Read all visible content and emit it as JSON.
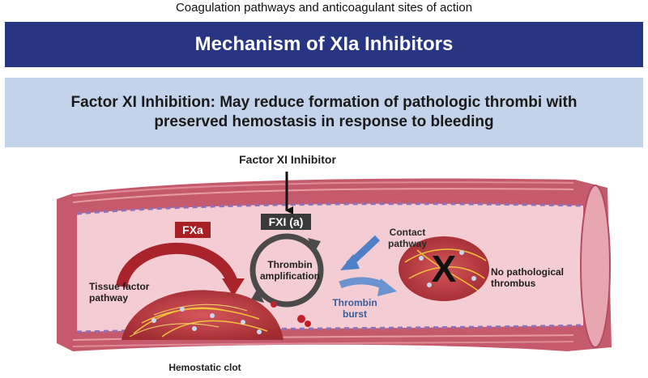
{
  "figure": {
    "caption": "Coagulation pathways and anticoagulant sites of action",
    "title": "Mechanism of XIa Inhibitors",
    "subtitle": {
      "line1": "Factor XI Inhibition: May reduce formation of pathologic thrombi with",
      "line2": "preserved hemostasis in response to bleeding"
    }
  },
  "diagram": {
    "inhibitor_label": "Factor XI Inhibitor",
    "fxa_label": "FXa",
    "fxi_label": "FXI (a)",
    "tissue_factor_label": "Tissue factor pathway",
    "contact_pathway_label": "Contact pathway",
    "thrombin_amplification_label": "Thrombin amplification",
    "thrombin_burst_label": "Thrombin burst",
    "no_thrombus_label": "No pathological thrombus",
    "hemostatic_clot_label": "Hemostatic clot",
    "x_mark": "X"
  },
  "colors": {
    "title_bar": "#273583",
    "subtitle_box": "#c2d3ea",
    "vessel_wall": "#c65a6d",
    "vessel_lumen": "#f3cdd3",
    "fxa_badge": "#a81f24",
    "fxi_badge": "#3a3a3a",
    "arrow_red": "#a8232a",
    "arrow_blue": "#4f7fc6"
  }
}
